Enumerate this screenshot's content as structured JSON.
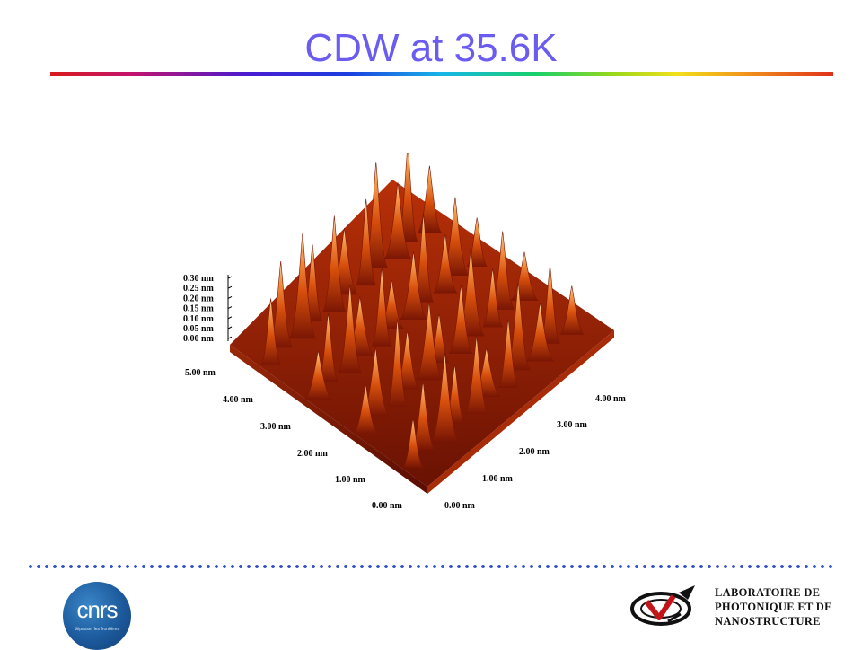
{
  "slide": {
    "title": "CDW at 35.6K",
    "accent_color": "#6a5cf0"
  },
  "stm_image": {
    "z_axis_labels": [
      "0.30 nm",
      "0.25 nm",
      "0.20 nm",
      "0.15 nm",
      "0.10 nm",
      "0.05 nm",
      "0.00 nm"
    ],
    "left_axis_labels": [
      "5.00 nm",
      "4.00 nm",
      "3.00 nm",
      "2.00 nm",
      "1.00 nm",
      "0.00 nm"
    ],
    "right_axis_labels": [
      "4.00 nm",
      "3.00 nm",
      "2.00 nm",
      "1.00 nm",
      "0.00 nm"
    ],
    "colormap": [
      "#5a0d02",
      "#a02805",
      "#d8500c",
      "#f0802a",
      "#ffe0b8"
    ],
    "z_range_nm": [
      0,
      0.3
    ],
    "x_range_nm": [
      0,
      5
    ],
    "y_range_nm": [
      0,
      4
    ]
  },
  "footer": {
    "cnrs_logo_text": "cnrs",
    "cnrs_logo_subtext": "dépasser les frontières",
    "lab_name_lines": [
      "LABORATOIRE DE",
      "PHOTONIQUE ET DE",
      "NANOSTRUCTURE"
    ]
  }
}
